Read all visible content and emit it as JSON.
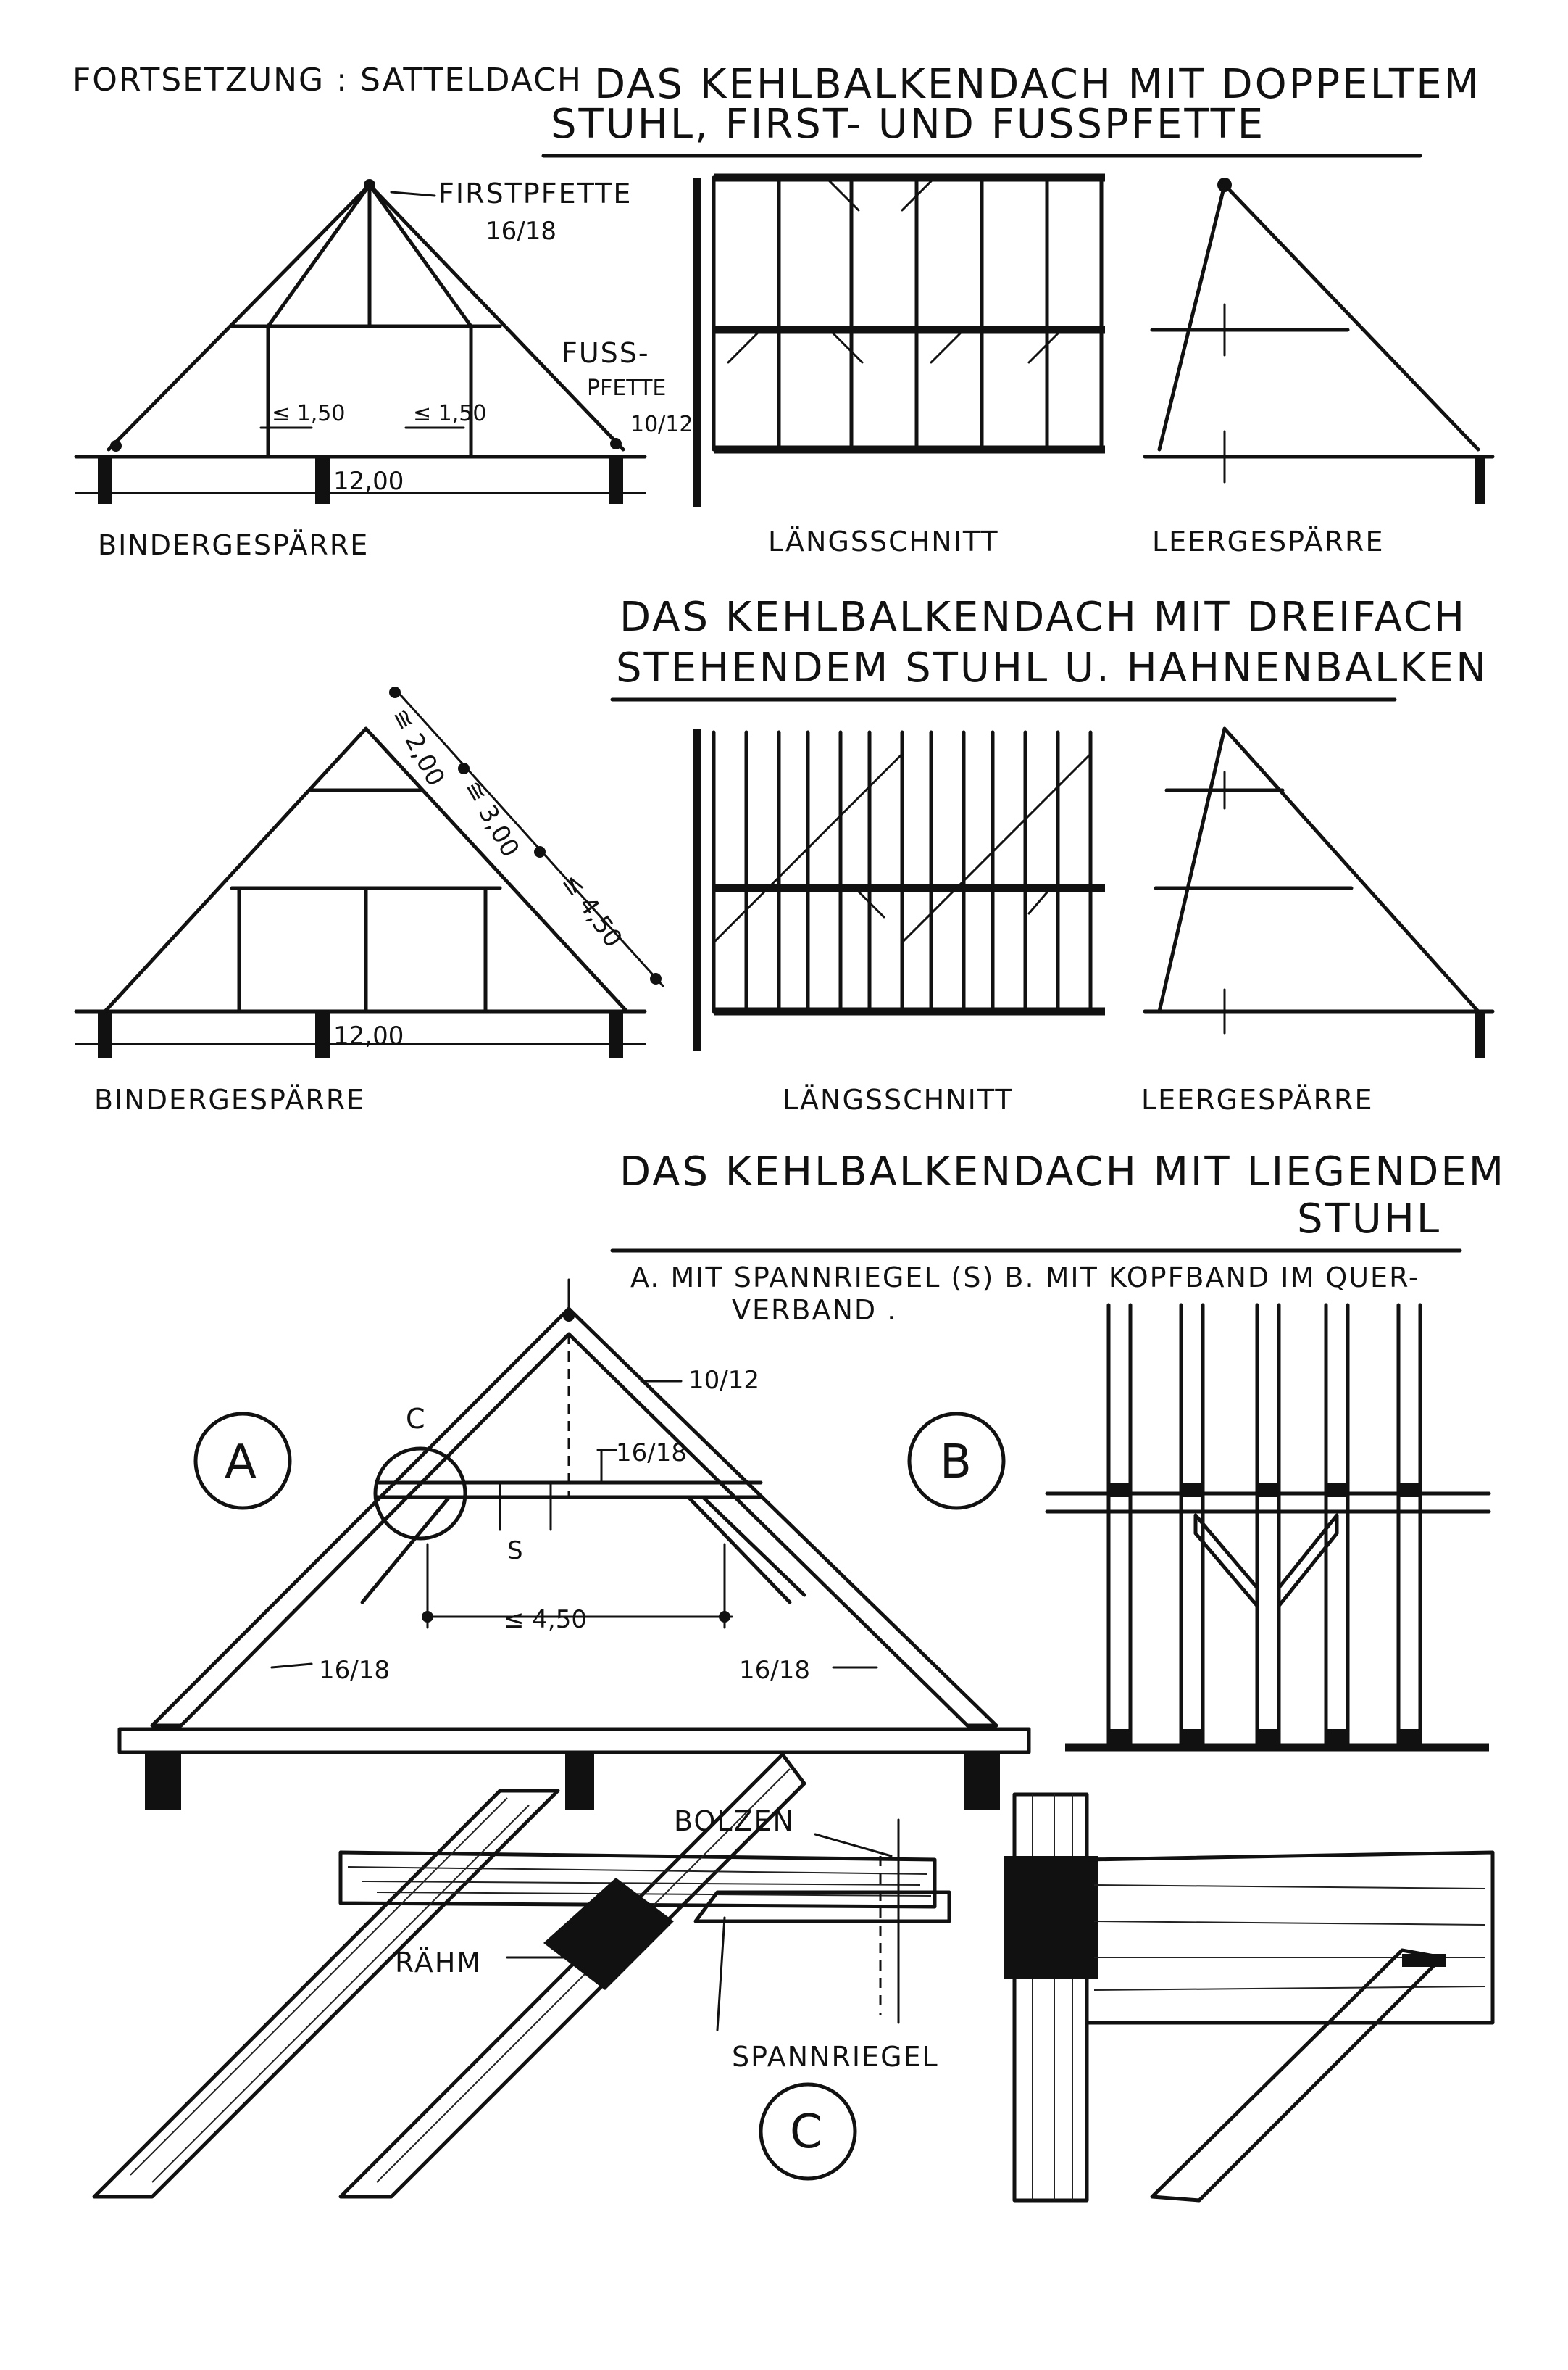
{
  "header": {
    "left": "FORTSETZUNG : SATTELDACH",
    "title1_line1": "DAS KEHLBALKENDACH MIT DOPPELTEM",
    "title1_line2": "STUHL, FIRST- UND FUSSPFETTE"
  },
  "section1": {
    "firstpfette": "FIRSTPFETTE",
    "firstpfette_size": "16/18",
    "fusspfette_1": "FUSS-",
    "fusspfette_2": "PFETTE",
    "fusspfette_size": "10/12",
    "dim_left": "≤ 1,50",
    "dim_right": "≤ 1,50",
    "span": "12,00",
    "cap_binder": "BINDERGESPÄRRE",
    "cap_laengs": "LÄNGSSCHNITT",
    "cap_leer": "LEERGESPÄRRE"
  },
  "section2": {
    "title_line1": "DAS KEHLBALKENDACH MIT DREIFACH",
    "title_line2": "STEHENDEM STUHL U. HAHNENBALKEN",
    "dim1": "≅ 2,00",
    "dim2": "≅ 3,00",
    "dim3": "≤ 4,50",
    "span": "12,00",
    "cap_binder": "BINDERGESPÄRRE",
    "cap_laengs": "LÄNGSSCHNITT",
    "cap_leer": "LEERGESPÄRRE"
  },
  "section3": {
    "title_line1": "DAS KEHLBALKENDACH MIT LIEGENDEM",
    "title_line2": "STUHL",
    "sub_line1": "A. MIT SPANNRIEGEL (S)  B. MIT KOPFBAND IM QUER-",
    "sub_line2": "VERBAND .",
    "circle_a": "A",
    "circle_b": "B",
    "circle_c_label": "C",
    "size_top": "10/12",
    "size_mid": "16/18",
    "s_label": "S",
    "dim_span": "≤ 4,50",
    "size_left": "16/18",
    "size_right": "16/18"
  },
  "detail": {
    "bolzen": "BOLZEN",
    "raehm": "RÄHM",
    "spannriegel": "SPANNRIEGEL",
    "circle_c": "C"
  }
}
